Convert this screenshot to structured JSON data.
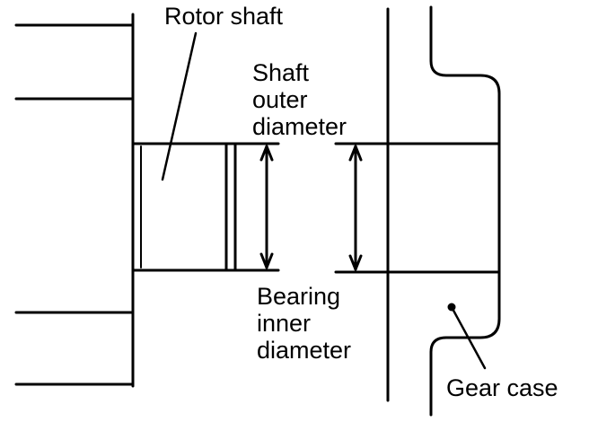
{
  "labels": {
    "rotor_shaft": "Rotor shaft",
    "shaft_outer_diameter": [
      "Shaft",
      "outer",
      "diameter"
    ],
    "bearing_inner_diameter": [
      "Bearing",
      "inner",
      "diameter"
    ],
    "gear_case": "Gear case"
  },
  "colors": {
    "line": "#000000",
    "background": "#ffffff"
  }
}
